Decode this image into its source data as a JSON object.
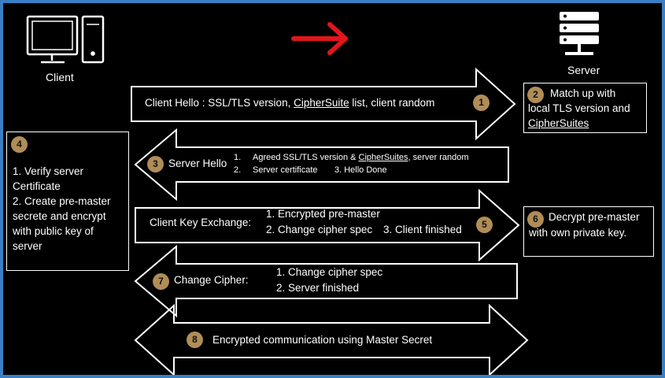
{
  "client": {
    "label": "Client"
  },
  "server": {
    "label": "Server"
  },
  "steps": {
    "s1": {
      "badge": "1",
      "text_a": "Client Hello : SSL/TLS version, ",
      "text_b": "CipherSuite",
      "text_c": " list, client random"
    },
    "s2": {
      "badge": "2",
      "line1": "Match up with",
      "line2": "local TLS version and",
      "line3": "CipherSuites"
    },
    "s3": {
      "badge": "3",
      "title": "Server Hello",
      "item1_num": "1.",
      "item1_a": "Agreed SSL/TLS version & ",
      "item1_b": "CipherSuites",
      "item1_c": ", server random",
      "item2_num": "2.",
      "item2": "Server certificate",
      "item3": "3. Hello Done"
    },
    "s4": {
      "badge": "4",
      "line1": "1. Verify server",
      "line2": "Certificate",
      "line3": "2. Create pre-master",
      "line4": "secrete and encrypt",
      "line5": "with public key of",
      "line6": "server"
    },
    "s5": {
      "badge": "5",
      "title": "Client Key Exchange:",
      "item1": "1. Encrypted pre-master",
      "item2": "2. Change cipher spec",
      "item3": "3. Client finished"
    },
    "s6": {
      "badge": "6",
      "line1": "Decrypt pre-master",
      "line2": "with own private key."
    },
    "s7": {
      "badge": "7",
      "title": "Change Cipher:",
      "item1": "1. Change cipher spec",
      "item2": "2. Server finished"
    },
    "s8": {
      "badge": "8",
      "text": "Encrypted communication using Master Secret"
    }
  },
  "colors": {
    "background": "#000000",
    "stroke": "#ffffff",
    "badge": "#b08d57",
    "red_arrow": "#e0161b",
    "frame": "#3a7fc4"
  }
}
